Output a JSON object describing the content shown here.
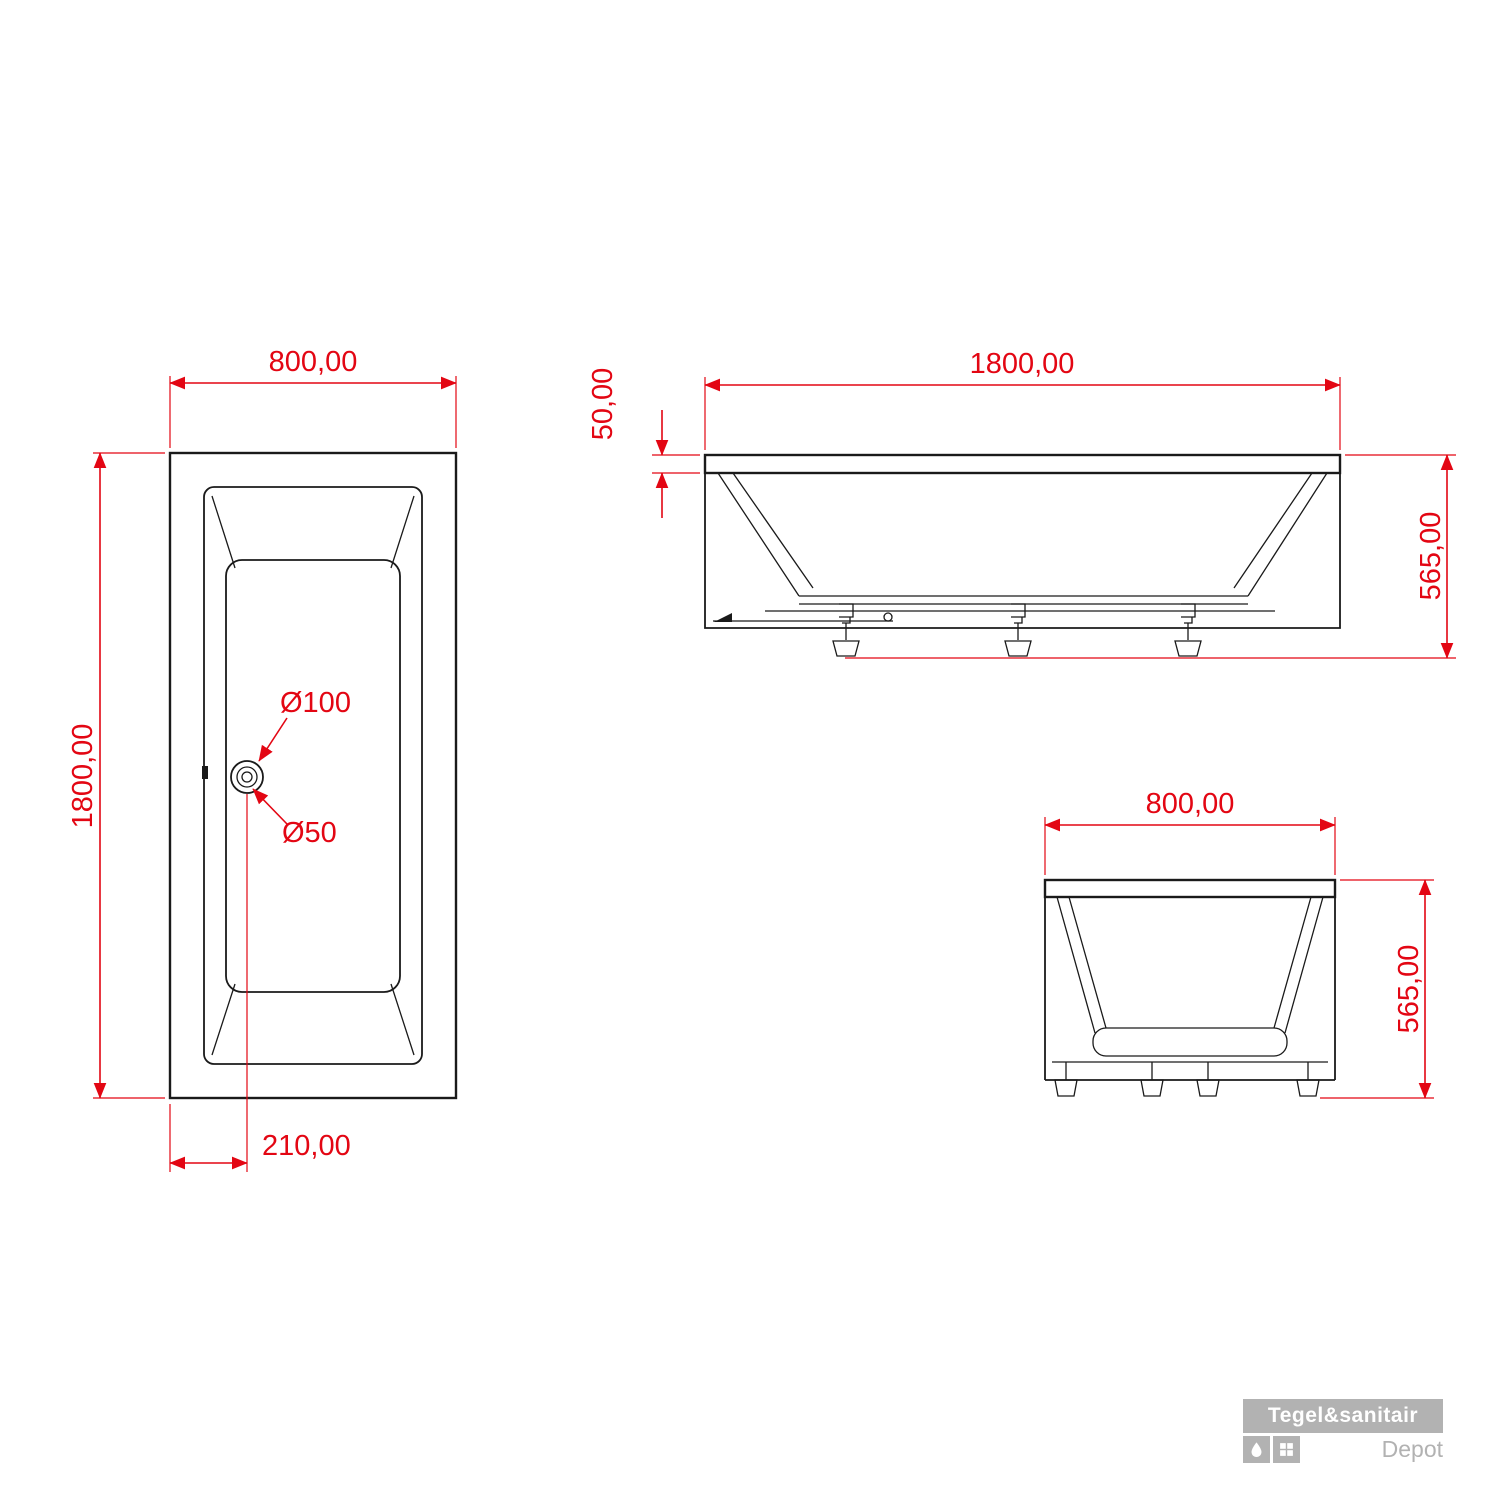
{
  "colors": {
    "dimension_red": "#e30613",
    "drawing_black": "#1a1a1a",
    "logo_gray": "#b2b2b2"
  },
  "views": {
    "top": {
      "width": "800,00",
      "height": "1800,00",
      "drain_large": "Ø100",
      "drain_small": "Ø50",
      "drain_offset": "210,00"
    },
    "side": {
      "length": "1800,00",
      "rim_height": "50,00",
      "height": "565,00"
    },
    "front": {
      "width": "800,00",
      "height": "565,00"
    }
  },
  "logo": {
    "brand": "Tegel&sanitair",
    "sub": "Depot"
  }
}
